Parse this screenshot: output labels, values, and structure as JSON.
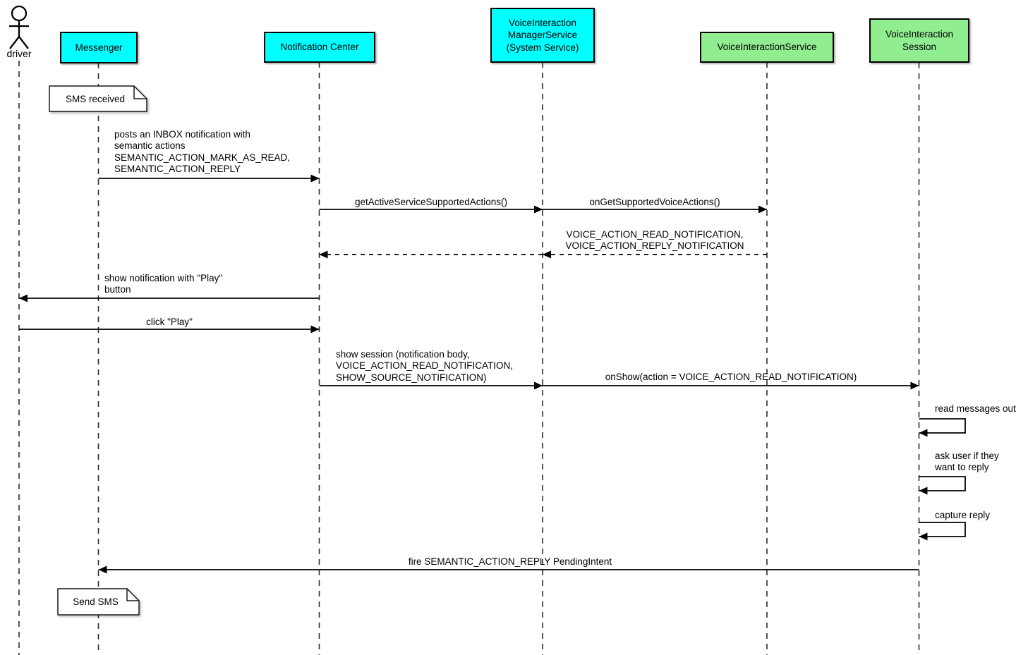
{
  "colors": {
    "participant_cyan": "#00ffff",
    "participant_green": "#90ee90",
    "note_fill": "#ffffff",
    "line_black": "#000000"
  },
  "actor": {
    "name": "driver"
  },
  "participants": [
    {
      "id": "messenger",
      "label": "Messenger",
      "color": "#00ffff"
    },
    {
      "id": "notification-center",
      "label": "Notification Center",
      "color": "#00ffff"
    },
    {
      "id": "voice-interaction-manager-service",
      "label": "VoiceInteraction\nManagerService\n(System Service)",
      "color": "#00ffff"
    },
    {
      "id": "voice-interaction-service",
      "label": "VoiceInteractionService",
      "color": "#90ee90"
    },
    {
      "id": "voice-interaction-session",
      "label": "VoiceInteraction\nSession",
      "color": "#90ee90"
    }
  ],
  "notes": [
    {
      "text": "SMS received",
      "attached_to": "Messenger"
    },
    {
      "text": "Send SMS",
      "attached_to": "Messenger"
    }
  ],
  "messages": [
    {
      "from": "Messenger",
      "to": "Notification Center",
      "style": "solid",
      "label": "posts an INBOX notification with\nsemantic actions\nSEMANTIC_ACTION_MARK_AS_READ,\nSEMANTIC_ACTION_REPLY"
    },
    {
      "from": "Notification Center",
      "to": "VoiceInteraction ManagerService",
      "style": "solid",
      "label": "getActiveServiceSupportedActions()"
    },
    {
      "from": "VoiceInteraction ManagerService",
      "to": "VoiceInteractionService",
      "style": "solid",
      "label": "onGetSupportedVoiceActions()"
    },
    {
      "from": "VoiceInteractionService",
      "to": "VoiceInteraction ManagerService",
      "style": "dashed-return",
      "label": "VOICE_ACTION_READ_NOTIFICATION,\nVOICE_ACTION_REPLY_NOTIFICATION"
    },
    {
      "from": "VoiceInteraction ManagerService",
      "to": "Notification Center",
      "style": "dashed-return",
      "label": ""
    },
    {
      "from": "Notification Center",
      "to": "driver",
      "style": "solid",
      "label": "show notification with \"Play\"\nbutton"
    },
    {
      "from": "driver",
      "to": "Notification Center",
      "style": "solid",
      "label": "click \"Play\""
    },
    {
      "from": "Notification Center",
      "to": "VoiceInteraction ManagerService",
      "style": "solid",
      "label": "show session (notification body,\nVOICE_ACTION_READ_NOTIFICATION,\nSHOW_SOURCE_NOTIFICATION)"
    },
    {
      "from": "VoiceInteraction ManagerService",
      "to": "VoiceInteraction Session",
      "style": "solid",
      "label": "onShow(action = VOICE_ACTION_READ_NOTIFICATION)"
    },
    {
      "from": "VoiceInteraction Session",
      "to": "VoiceInteraction Session",
      "style": "self",
      "label": "read messages out"
    },
    {
      "from": "VoiceInteraction Session",
      "to": "VoiceInteraction Session",
      "style": "self",
      "label": "ask user if they\nwant to reply"
    },
    {
      "from": "VoiceInteraction Session",
      "to": "VoiceInteraction Session",
      "style": "self",
      "label": "capture reply"
    },
    {
      "from": "VoiceInteraction Session",
      "to": "Messenger",
      "style": "solid",
      "label": "fire SEMANTIC_ACTION_REPLY PendingIntent"
    }
  ]
}
